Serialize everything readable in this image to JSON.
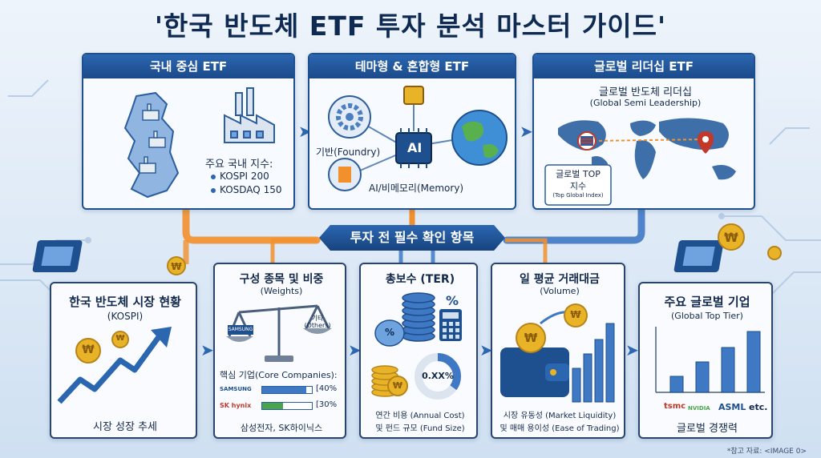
{
  "title": "'한국 반도체 ETF 투자 분석 마스터 가이드'",
  "top_cards": [
    {
      "header": "국내 중심 ETF",
      "index_title": "주요 국내 지수:",
      "indices": [
        "KOSPI 200",
        "KOSDAQ 150"
      ]
    },
    {
      "header": "테마형 & 혼합형 ETF",
      "foundry_label": "기반(Foundry)",
      "ai_chip_label": "AI",
      "memory_label": "AI/비메모리(Memory)"
    },
    {
      "header": "글로벌 리더십 ETF",
      "subtitle": "글로벌 반도체 리더십",
      "subtitle_en": "(Global Semi Leadership)",
      "index_box_line1": "글로벌 TOP",
      "index_box_line2": "지수",
      "index_box_en": "(Top Global Index)"
    }
  ],
  "banner": "투자 전 필수 확인 항목",
  "bottom_cards": [
    {
      "title": "한국 반도체 시장 현황",
      "subtitle": "(KOSPI)",
      "caption": "시장 성장 추세",
      "coin_symbol": "₩"
    },
    {
      "title": "구성 종목 및 비중",
      "subtitle": "(Weights)",
      "samsung_logo": "SAMSUNG",
      "others_label": "기타",
      "others_en": "(Others)",
      "core_label": "핵심 기업(Core Companies):",
      "companies": [
        {
          "name": "SAMSUNG",
          "value": "[40%",
          "fill": 0.88,
          "color": "#3f79c4"
        },
        {
          "name": "SK hynix",
          "value": "[30%",
          "fill": 0.42,
          "color": "#4aa54a"
        }
      ],
      "caption": "삼성전자, SK하이닉스"
    },
    {
      "title": "총보수 (TER)",
      "percent_symbol": "%",
      "donut_label": "0.XX%",
      "donut_fill": 0.35,
      "caption_line1": "연간 비용 (Annual Cost)",
      "caption_line2": "및 펀드 규모 (Fund Size)",
      "coin_symbol": "₩"
    },
    {
      "title": "일 평균 거래대금",
      "subtitle": "(Volume)",
      "caption_line1": "시장 유동성 (Market Liquidity)",
      "caption_line2": "및 매매 용이성 (Ease of Trading)",
      "coin_symbol": "₩"
    },
    {
      "title": "주요 글로벌 기업",
      "subtitle": "(Global Top Tier)",
      "logos": [
        "tsmc",
        "NVIDIA",
        "ASML",
        "etc."
      ],
      "caption": "글로벌 경쟁력"
    }
  ],
  "footnote": "*참고 자료: <IMAGE 0>",
  "colors": {
    "navy": "#1b4a8a",
    "orange": "#f2902e",
    "coin": "#e9b328",
    "green": "#4aa54a"
  }
}
